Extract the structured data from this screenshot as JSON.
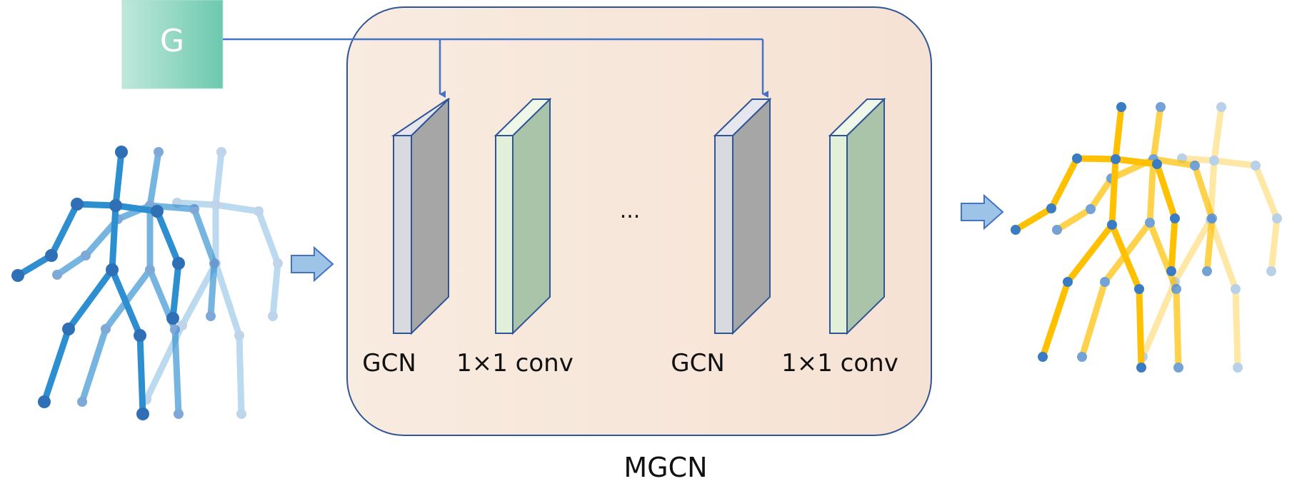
{
  "graph_input": {
    "label": "G",
    "color": "#6cc9ad"
  },
  "module": {
    "caption": "MGCN",
    "fill_start": "#f8ebe0",
    "fill_end": "#f6e2d4",
    "border_color": "#2f5597",
    "ellipsis": "...",
    "layers": [
      {
        "label": "GCN",
        "kind": "gcn"
      },
      {
        "label": "1×1 conv",
        "kind": "conv"
      },
      {
        "label": "GCN",
        "kind": "gcn"
      },
      {
        "label": "1×1 conv",
        "kind": "conv"
      }
    ]
  },
  "colors": {
    "arrow": "#4472c4",
    "gcn_front": "#d9d9e0",
    "gcn_side": "#a6a6a6",
    "conv_front": "#e2f0d9",
    "conv_side": "#a9c4a8",
    "input_skeleton": "#2e8fd0",
    "output_skeleton": "#ffc000",
    "joint": "#3a7cc3"
  }
}
